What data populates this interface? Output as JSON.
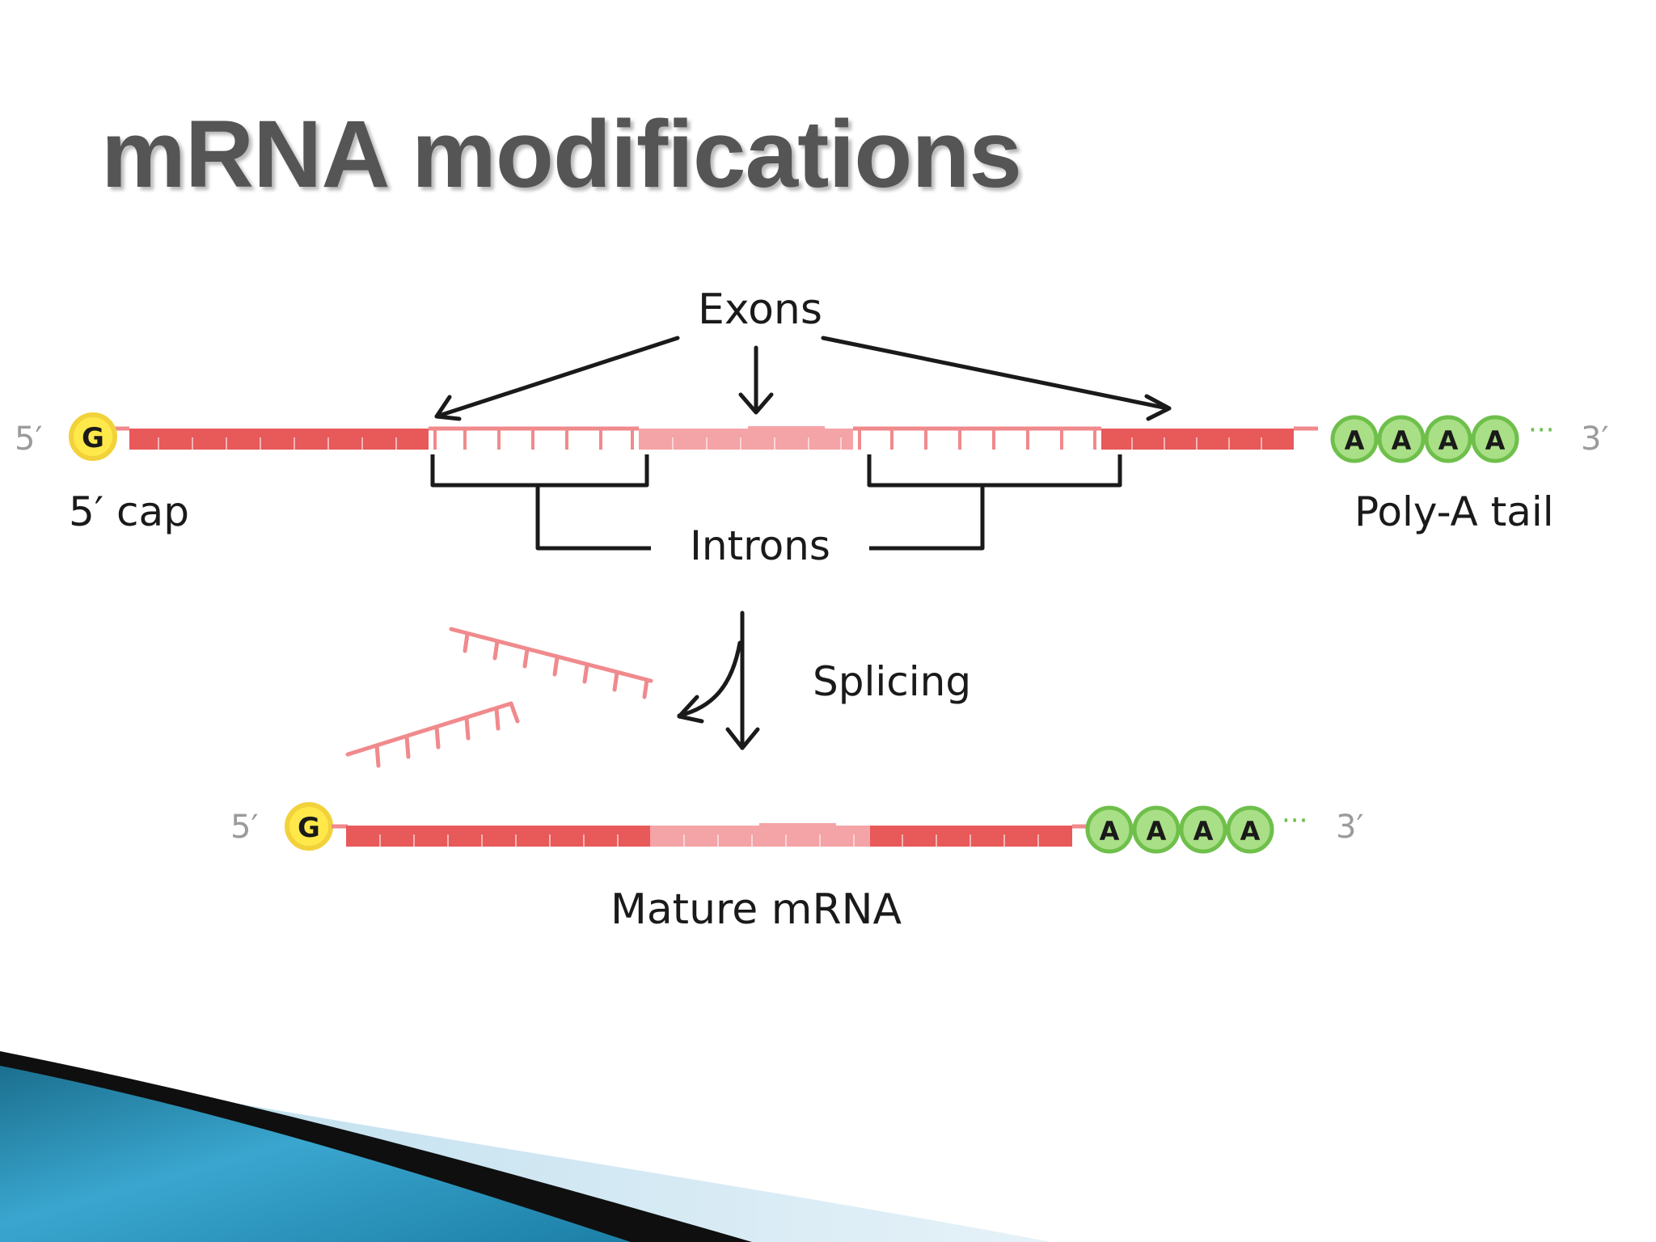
{
  "slide": {
    "title": "mRNA modifications"
  },
  "labels": {
    "exons": "Exons",
    "introns": "Introns",
    "five_cap": "5′ cap",
    "poly_a_tail": "Poly-A tail",
    "splicing": "Splicing",
    "mature_mrna": "Mature mRNA"
  },
  "pre_mrna": {
    "five_prime": "5′",
    "three_prime": "3′",
    "cap_base": "G",
    "tail_bases": [
      "A",
      "A",
      "A",
      "A"
    ],
    "tail_dots": "···"
  },
  "mature_mrna": {
    "five_prime": "5′",
    "three_prime": "3′",
    "cap_base": "G",
    "tail_bases": [
      "A",
      "A",
      "A",
      "A"
    ],
    "tail_dots": "···"
  },
  "colors": {
    "exon": "#e8595a",
    "exon_light": "#f4a3a6",
    "intron": "#f08a8d",
    "cap_fill": "#ffe94a",
    "cap_ring": "#f2d23a",
    "tail_fill": "#a9df86",
    "tail_ring": "#6fbf4b",
    "ink": "#1a1a1a",
    "prime_gray": "#9b9b9b"
  }
}
